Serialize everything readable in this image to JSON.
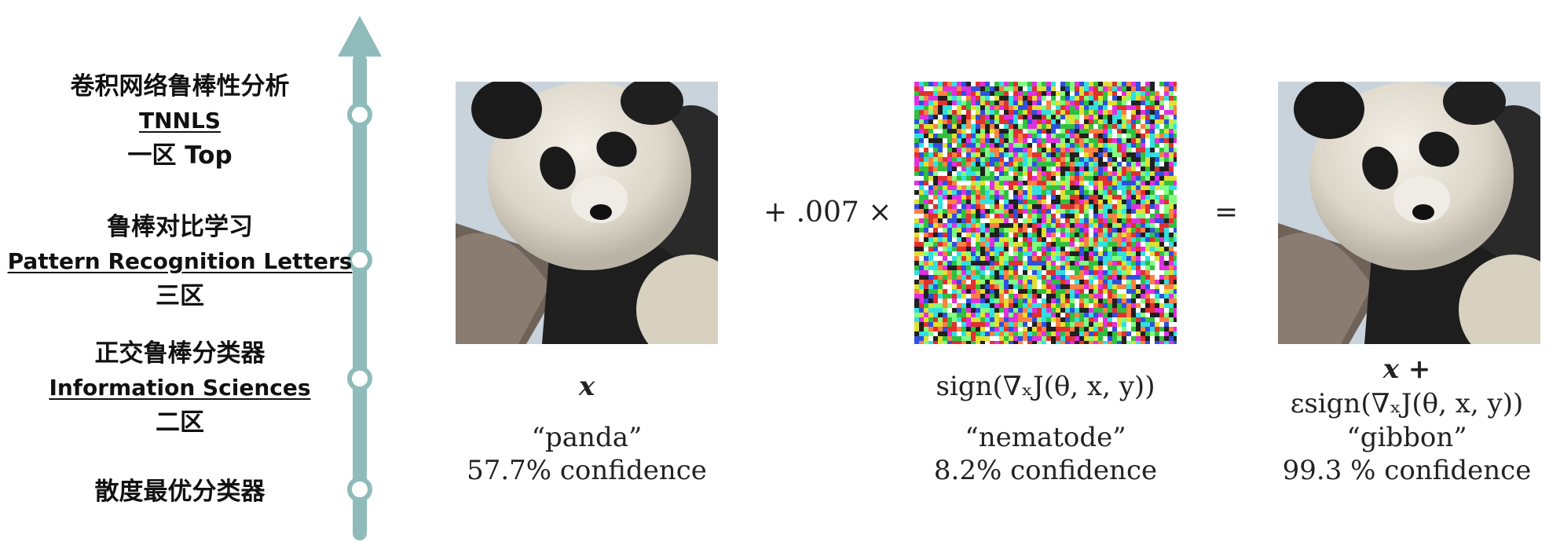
{
  "timeline": {
    "accent_color": "#8fbcbb",
    "entries": [
      {
        "title": "卷积网络鲁棒性分析",
        "venue": "TNNLS",
        "tier": "一区 Top"
      },
      {
        "title": "鲁棒对比学习",
        "venue": "Pattern Recognition Letters",
        "tier": "三区"
      },
      {
        "title": "正交鲁棒分类器",
        "venue": "Information Sciences",
        "tier": "二区"
      },
      {
        "title": "散度最优分类器",
        "venue": "",
        "tier": ""
      }
    ]
  },
  "figure": {
    "plus_op": "+ .007 ×",
    "equals_op": "=",
    "panel1": {
      "math": "x",
      "label": "“panda”",
      "confidence": "57.7% confidence",
      "image": "panda-photo"
    },
    "panel2": {
      "math": "sign(∇ₓJ(θ, x, y))",
      "label": "“nematode”",
      "confidence": "8.2% confidence",
      "image": "noise-pattern"
    },
    "panel3": {
      "math_line1": "x +",
      "math_line2": "εsign(∇ₓJ(θ, x, y))",
      "label": "“gibbon”",
      "confidence": "99.3 % confidence",
      "image": "panda-photo"
    }
  }
}
